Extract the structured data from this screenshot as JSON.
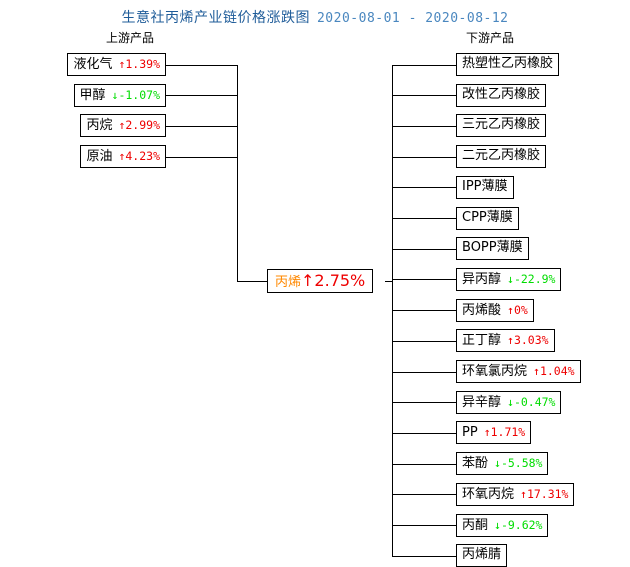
{
  "title": {
    "main": "生意社丙烯产业链价格涨跌图",
    "range": "2020-08-01 - 2020-08-12",
    "main_color": "#1f5c99",
    "range_color": "#4a87bf"
  },
  "headers": {
    "upstream": "上游产品",
    "downstream": "下游产品"
  },
  "colors": {
    "up": "#ee0000",
    "down": "#00dd00",
    "center": "#ff8800",
    "line": "#000000"
  },
  "center": {
    "name": "丙烯",
    "arrow": "↑",
    "pct": "2.75%",
    "direction": "up"
  },
  "upstream": [
    {
      "name": "液化气",
      "arrow": "↑",
      "pct": "1.39%",
      "direction": "up"
    },
    {
      "name": "甲醇",
      "arrow": "↓",
      "pct": "-1.07%",
      "direction": "down"
    },
    {
      "name": "丙烷",
      "arrow": "↑",
      "pct": "2.99%",
      "direction": "up"
    },
    {
      "name": "原油",
      "arrow": "↑",
      "pct": "4.23%",
      "direction": "up"
    }
  ],
  "downstream": [
    {
      "name": "热塑性乙丙橡胶",
      "arrow": "",
      "pct": "",
      "direction": "none"
    },
    {
      "name": "改性乙丙橡胶",
      "arrow": "",
      "pct": "",
      "direction": "none"
    },
    {
      "name": "三元乙丙橡胶",
      "arrow": "",
      "pct": "",
      "direction": "none"
    },
    {
      "name": "二元乙丙橡胶",
      "arrow": "",
      "pct": "",
      "direction": "none"
    },
    {
      "name": "IPP薄膜",
      "arrow": "",
      "pct": "",
      "direction": "none"
    },
    {
      "name": "CPP薄膜",
      "arrow": "",
      "pct": "",
      "direction": "none"
    },
    {
      "name": "BOPP薄膜",
      "arrow": "",
      "pct": "",
      "direction": "none"
    },
    {
      "name": "异丙醇",
      "arrow": "↓",
      "pct": "-22.9%",
      "direction": "down"
    },
    {
      "name": "丙烯酸",
      "arrow": "↑",
      "pct": "0%",
      "direction": "up"
    },
    {
      "name": "正丁醇",
      "arrow": "↑",
      "pct": "3.03%",
      "direction": "up"
    },
    {
      "name": "环氧氯丙烷",
      "arrow": "↑",
      "pct": "1.04%",
      "direction": "up"
    },
    {
      "name": "异辛醇",
      "arrow": "↓",
      "pct": "-0.47%",
      "direction": "down"
    },
    {
      "name": "PP",
      "arrow": "↑",
      "pct": "1.71%",
      "direction": "up"
    },
    {
      "name": "苯酚",
      "arrow": "↓",
      "pct": "-5.58%",
      "direction": "down"
    },
    {
      "name": "环氧丙烷",
      "arrow": "↑",
      "pct": "17.31%",
      "direction": "up"
    },
    {
      "name": "丙酮",
      "arrow": "↓",
      "pct": "-9.62%",
      "direction": "down"
    },
    {
      "name": "丙烯腈",
      "arrow": "",
      "pct": "",
      "direction": "none"
    }
  ]
}
